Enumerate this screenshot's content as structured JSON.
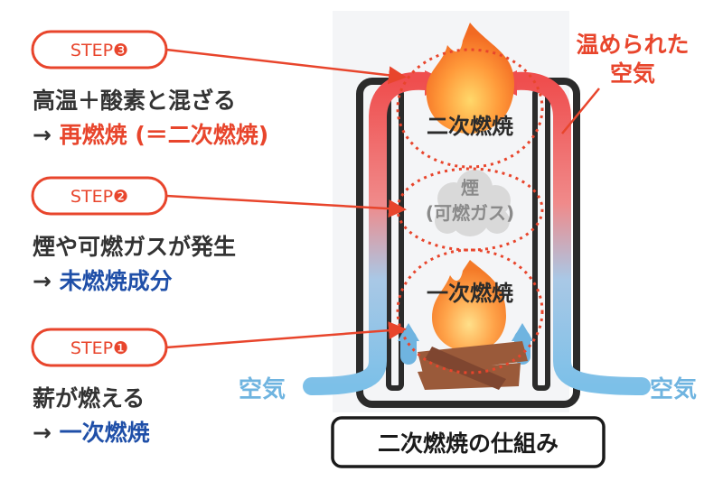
{
  "steps": [
    {
      "label": "STEP❸",
      "line1": "高温＋酸素と混ざる",
      "arrow": "→ ",
      "result": "再燃焼 (＝二次燃焼)"
    },
    {
      "label": "STEP❷",
      "line1": "煙や可燃ガスが発生",
      "arrow": "→ ",
      "result": "未燃焼成分"
    },
    {
      "label": "STEP❶",
      "line1": "薪が燃える",
      "arrow": "→ ",
      "result": "一次燃焼"
    }
  ],
  "zones": {
    "secondary": "二次燃焼",
    "smoke_line1": "煙",
    "smoke_line2": "(可燃ガス)",
    "primary": "一次燃焼"
  },
  "warm_air_line1": "温められた",
  "warm_air_line2": "空気",
  "air_left": "空気",
  "air_right": "空気",
  "caption": "二次燃焼の仕組み",
  "colors": {
    "red": "#e8452c",
    "blue": "#1f4fa8",
    "air_blue": "#6fb4e0",
    "dark": "#333333"
  }
}
